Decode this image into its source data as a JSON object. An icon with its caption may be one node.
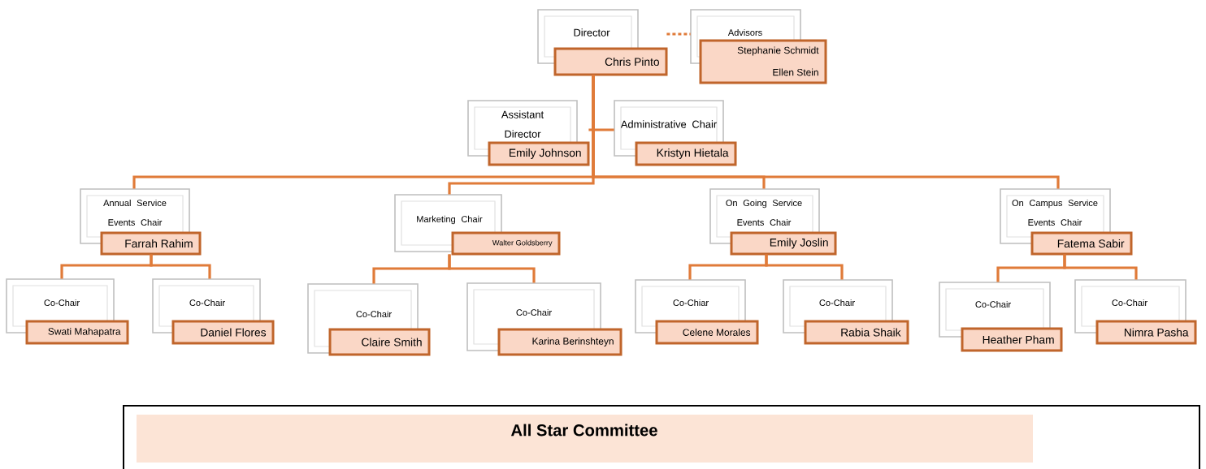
{
  "diagram": {
    "nodes": [
      {
        "text": [
          "Director",
          "Chris Pinto"
        ]
      },
      {
        "text": [
          "Advisors",
          "Stephanie Schmidt",
          "Ellen Stein"
        ]
      },
      {
        "text": [
          "Assistant Director",
          "Emily Johnson"
        ]
      },
      {
        "text": [
          "Administrative Chair",
          "Kristyn Hietala"
        ]
      },
      {
        "text": [
          "Annual Service Events Chair",
          "Farrah Rahim"
        ]
      },
      {
        "text": [
          "Marketing Chair",
          "Walter Goldsberry"
        ]
      },
      {
        "text": [
          "On Going Service Events Chair",
          "Emily Joslin"
        ]
      },
      {
        "text": [
          "On Campus Service Events Chair",
          "Fatema Sabir"
        ]
      },
      {
        "text": [
          "Co-Chair",
          "Swati Mahapatra"
        ]
      },
      {
        "text": [
          "Co-Chair",
          "Daniel Flores"
        ]
      },
      {
        "text": [
          "Co-Chair",
          "Claire Smith"
        ]
      },
      {
        "text": [
          "Co-Chair",
          "Karina Berinshteyn"
        ]
      },
      {
        "text": [
          "Co-Chiar",
          "Celene Morales"
        ]
      },
      {
        "text": [
          "Co-Chair",
          "Rabia Shaik"
        ]
      },
      {
        "text": [
          "Co-Chair",
          "Heather Pham"
        ]
      },
      {
        "text": [
          "Co-Chair",
          "Nimra Pasha"
        ]
      },
      {
        "text": [
          "All Star Committee"
        ]
      }
    ],
    "edges": [
      {
        "from": 0,
        "to": 1,
        "arrow": "none",
        "style": "dashed"
      },
      {
        "from": 0,
        "to": 2,
        "arrow": "none"
      },
      {
        "from": 0,
        "to": 3,
        "arrow": "none"
      },
      {
        "from": 0,
        "to": 4,
        "arrow": "none"
      },
      {
        "from": 0,
        "to": 5,
        "arrow": "none"
      },
      {
        "from": 0,
        "to": 6,
        "arrow": "none"
      },
      {
        "from": 0,
        "to": 7,
        "arrow": "none"
      },
      {
        "from": 4,
        "to": 8,
        "arrow": "none"
      },
      {
        "from": 4,
        "to": 9,
        "arrow": "none"
      },
      {
        "from": 5,
        "to": 10,
        "arrow": "none"
      },
      {
        "from": 5,
        "to": 11,
        "arrow": "none"
      },
      {
        "from": 6,
        "to": 12,
        "arrow": "none"
      },
      {
        "from": 6,
        "to": 13,
        "arrow": "none"
      },
      {
        "from": 7,
        "to": 14,
        "arrow": "none"
      },
      {
        "from": 7,
        "to": 15,
        "arrow": "none"
      }
    ]
  }
}
